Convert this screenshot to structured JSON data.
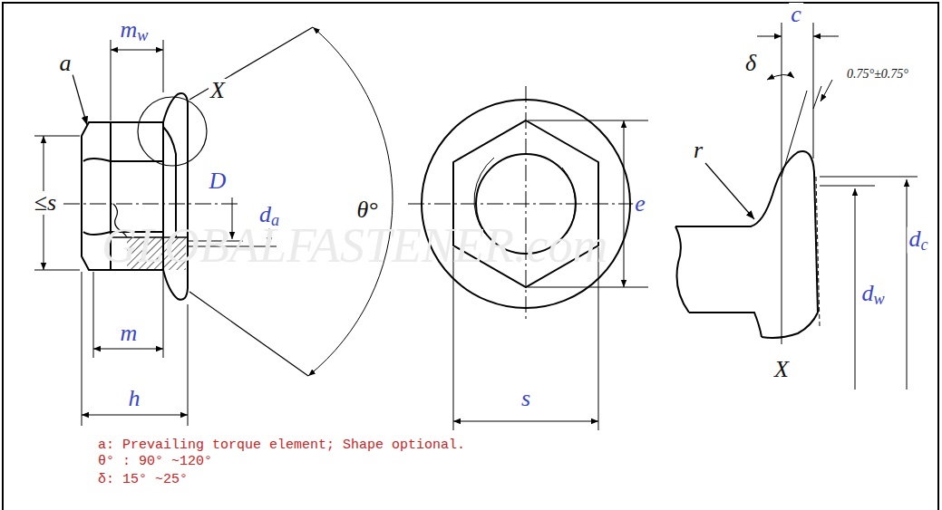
{
  "diagram": {
    "labels": [
      "a",
      "mw",
      "X",
      "D",
      "da",
      "θ°",
      "≤s",
      "e",
      "s",
      "m",
      "h",
      "c",
      "δ",
      "0.75°±0.75°",
      "r",
      "dc",
      "dw",
      "X",
      "a: Prevailing torque element; Shape optional.",
      "θ° : 90° ~120°",
      "δ: 15° ~25°",
      "GLOBALFASTENER.com"
    ]
  }
}
